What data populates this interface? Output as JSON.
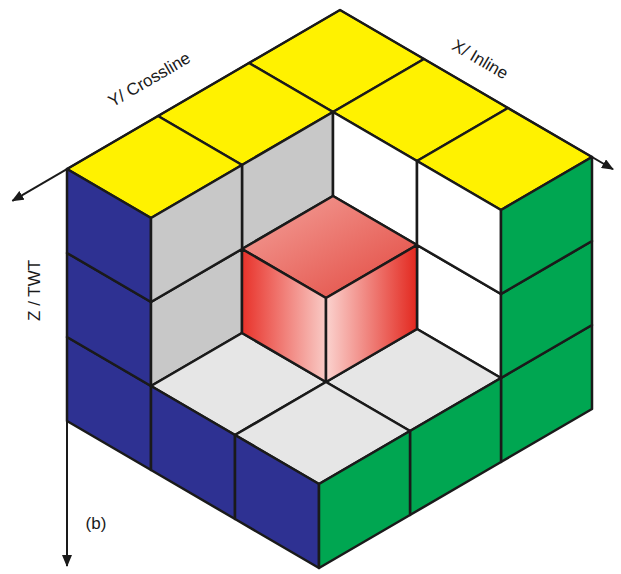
{
  "diagram": {
    "labels": [
      "Y/ Crossline",
      "X/ Inline",
      "Z / TWT",
      "(b)"
    ]
  }
}
